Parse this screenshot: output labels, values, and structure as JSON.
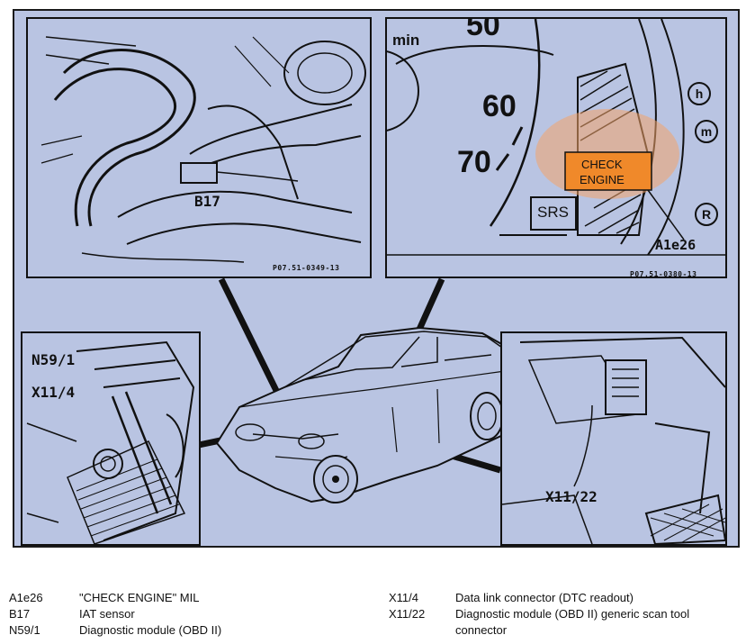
{
  "panels": {
    "engine": {
      "label": "B17",
      "code": "P07.51-0349-13"
    },
    "cluster": {
      "unit": "min",
      "speeds": [
        "50",
        "60",
        "70"
      ],
      "mil_line1": "CHECK",
      "mil_line2": "ENGINE",
      "srs": "SRS",
      "circle_h": "h",
      "circle_m": "m",
      "circle_r": "R",
      "label": "A1e26",
      "code": "P07.51-0380-13"
    },
    "module": {
      "label1": "N59/1",
      "label2": "X11/4"
    },
    "obd": {
      "label": "X11/22"
    }
  },
  "legend": {
    "left": [
      {
        "code": "A1e26",
        "desc": "\"CHECK ENGINE\" MIL"
      },
      {
        "code": "B17",
        "desc": "IAT sensor"
      },
      {
        "code": "N59/1",
        "desc": "Diagnostic module (OBD II)"
      }
    ],
    "right": [
      {
        "code": "X11/4",
        "desc": "Data link connector (DTC readout)"
      },
      {
        "code": "X11/22",
        "desc": "Diagnostic module (OBD II) generic scan tool"
      },
      {
        "code": "",
        "desc": "connector"
      }
    ]
  },
  "colors": {
    "background": "#b9c4e2",
    "mil_glow": "#f0892a",
    "ink": "#111111"
  }
}
